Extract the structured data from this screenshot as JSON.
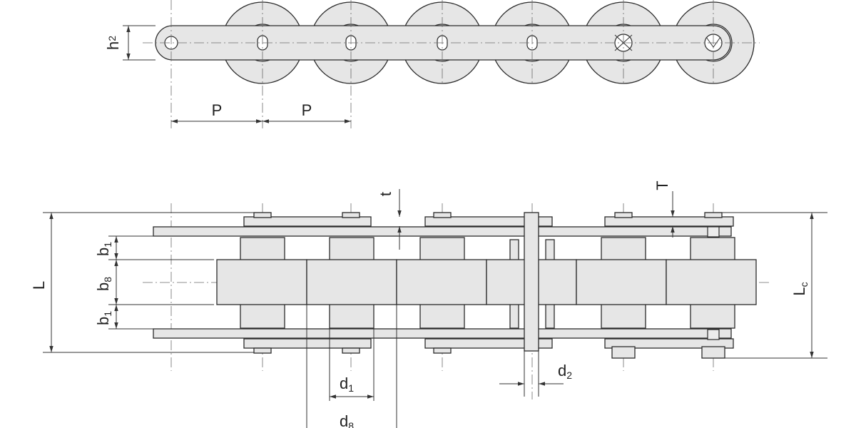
{
  "dimensions": {
    "h2": {
      "main": "h",
      "sub": "2"
    },
    "pitch_1": "P",
    "pitch_2": "P",
    "t": "t",
    "T": "T",
    "L": "L",
    "Lc": {
      "main": "L",
      "sub": "c"
    },
    "b1_top": {
      "main": "b",
      "sub": "1"
    },
    "b8": {
      "main": "b",
      "sub": "8"
    },
    "b1_bottom": {
      "main": "b",
      "sub": "1"
    },
    "d1": {
      "main": "d",
      "sub": "1"
    },
    "d8": {
      "main": "d",
      "sub": "8"
    },
    "d2": {
      "main": "d",
      "sub": "2"
    }
  }
}
